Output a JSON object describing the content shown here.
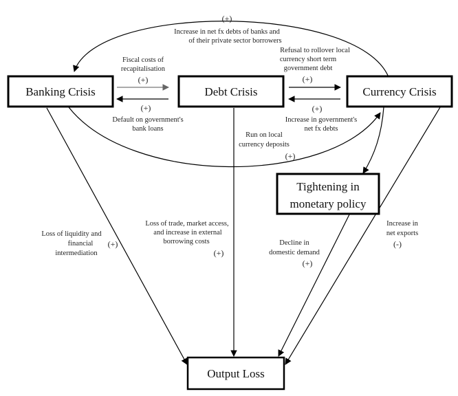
{
  "nodes": {
    "banking": "Banking Crisis",
    "debt": "Debt Crisis",
    "currency": "Currency Crisis",
    "tightening_line1": "Tightening in",
    "tightening_line2": "monetary policy",
    "output": "Output Loss"
  },
  "edges": {
    "top_arc": {
      "sign": "(+)",
      "line1": "Increase in net fx debts of banks and",
      "line2": "of their private sector borrowers"
    },
    "fiscal": {
      "line1": "Fiscal costs of",
      "line2": "recapitalisation",
      "sign": "(+)"
    },
    "default": {
      "sign": "(+)",
      "line1": "Default on government's",
      "line2": "bank loans"
    },
    "refusal": {
      "line1": "Refusal to rollover local",
      "line2": "currency short term",
      "line3": "government debt",
      "sign": "(+)"
    },
    "increase_gov": {
      "sign": "(+)",
      "line1": "Increase in government's",
      "line2": "net fx debts"
    },
    "run": {
      "line1": "Run on local",
      "line2": "currency deposits",
      "sign": "(+)"
    },
    "liquidity": {
      "line1": "Loss of liquidity and",
      "line2": "financial",
      "line3": "intermediation",
      "sign": "(+)"
    },
    "trade": {
      "line1": "Loss of trade, market access,",
      "line2": "and increase in external",
      "line3": "borrowing costs",
      "sign": "(+)"
    },
    "demand": {
      "line1": "Decline in",
      "line2": "domestic demand",
      "sign": "(+)"
    },
    "exports": {
      "line1": "Increase in",
      "line2": "net exports",
      "sign": "(-)"
    }
  }
}
